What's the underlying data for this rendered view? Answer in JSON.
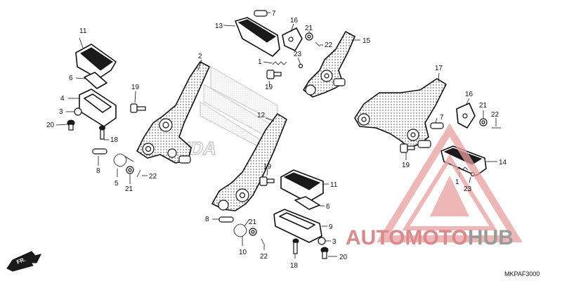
{
  "diagram": {
    "code": "MKPAF3000",
    "direction_label": "FR.",
    "watermark": {
      "brand_left": "AUTO",
      "brand_mid": "MOTO",
      "brand_right": "HUB",
      "maker": "HONDA",
      "colors": {
        "red": "#e8a0a0",
        "red_text": "#d98a8a",
        "gray": "#b8b8b8"
      }
    },
    "callouts": [
      {
        "id": "c11a",
        "label": "11"
      },
      {
        "id": "c6a",
        "label": "6"
      },
      {
        "id": "c4",
        "label": "4"
      },
      {
        "id": "c3a",
        "label": "3"
      },
      {
        "id": "c20a",
        "label": "20"
      },
      {
        "id": "c18a",
        "label": "18"
      },
      {
        "id": "c8a",
        "label": "8"
      },
      {
        "id": "c5",
        "label": "5"
      },
      {
        "id": "c21a",
        "label": "21"
      },
      {
        "id": "c22a",
        "label": "22"
      },
      {
        "id": "c19a",
        "label": "19"
      },
      {
        "id": "c2",
        "label": "2"
      },
      {
        "id": "c13",
        "label": "13"
      },
      {
        "id": "c7a",
        "label": "7"
      },
      {
        "id": "c16a",
        "label": "16"
      },
      {
        "id": "c21b",
        "label": "21"
      },
      {
        "id": "c22b",
        "label": "22"
      },
      {
        "id": "c23a",
        "label": "23"
      },
      {
        "id": "c1a",
        "label": "1"
      },
      {
        "id": "c19b",
        "label": "19"
      },
      {
        "id": "c15",
        "label": "15"
      },
      {
        "id": "c12",
        "label": "12"
      },
      {
        "id": "c19c",
        "label": "19"
      },
      {
        "id": "c11b",
        "label": "11"
      },
      {
        "id": "c6b",
        "label": "6"
      },
      {
        "id": "c9",
        "label": "9"
      },
      {
        "id": "c8b",
        "label": "8"
      },
      {
        "id": "c21c",
        "label": "21"
      },
      {
        "id": "c10",
        "label": "10"
      },
      {
        "id": "c22c",
        "label": "22"
      },
      {
        "id": "c3b",
        "label": "3"
      },
      {
        "id": "c18b",
        "label": "18"
      },
      {
        "id": "c20b",
        "label": "20"
      },
      {
        "id": "c17",
        "label": "17"
      },
      {
        "id": "c16b",
        "label": "16"
      },
      {
        "id": "c21d",
        "label": "21"
      },
      {
        "id": "c22d",
        "label": "22"
      },
      {
        "id": "c7b",
        "label": "7"
      },
      {
        "id": "c19d",
        "label": "19"
      },
      {
        "id": "c14",
        "label": "14"
      },
      {
        "id": "c1b",
        "label": "1"
      },
      {
        "id": "c23b",
        "label": "23"
      }
    ]
  }
}
